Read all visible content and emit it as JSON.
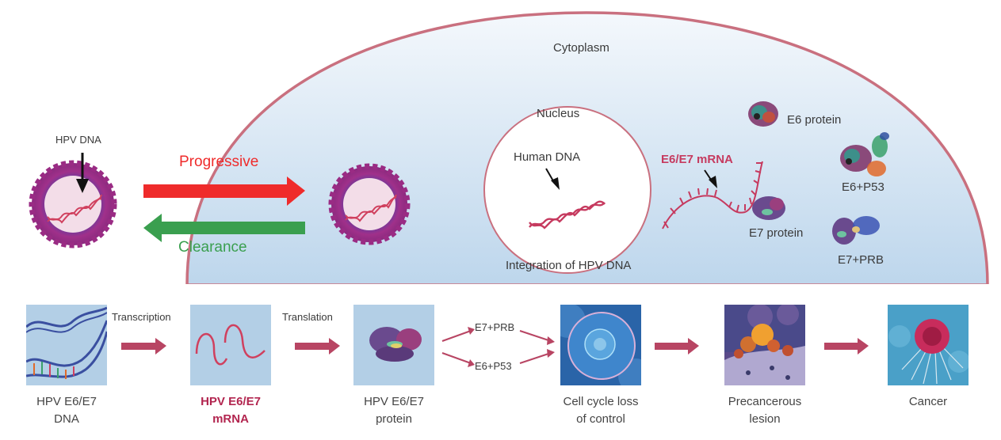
{
  "colors": {
    "membrane": "#c9707f",
    "cytoplasm_top": "#f3f8fc",
    "cytoplasm_bottom": "#bcd6ec",
    "progressive": "#ef2b2b",
    "clearance": "#3a9f4f",
    "mrna": "#c63a5f",
    "flow_arrow": "#b84563",
    "tile_bg": "#b3cfe6"
  },
  "top": {
    "cytoplasm_label": "Cytoplasm",
    "nucleus_label": "Nucleus",
    "human_dna_label": "Human DNA",
    "integration_label": "Integration of HPV DNA",
    "hpv_dna_label": "HPV DNA",
    "progressive_label": "Progressive",
    "clearance_label": "Clearance",
    "mrna_label": "E6/E7 mRNA",
    "proteins": {
      "e6": "E6 protein",
      "e6_p53": "E6+P53",
      "e7": "E7 protein",
      "e7_prb": "E7+PRB"
    }
  },
  "flow": {
    "steps": [
      {
        "caption_line1": "HPV E6/E7",
        "caption_line2": "DNA"
      },
      {
        "caption_line1": "HPV E6/E7",
        "caption_line2": "mRNA"
      },
      {
        "caption_line1": "HPV E6/E7",
        "caption_line2": "protein"
      },
      {
        "caption_line1": "Cell cycle loss",
        "caption_line2": "of control"
      },
      {
        "caption_line1": "Precancerous",
        "caption_line2": "lesion"
      },
      {
        "caption_line1": "Cancer",
        "caption_line2": ""
      }
    ],
    "transcription_label": "Transcription",
    "translation_label": "Translation",
    "branch_top_label": "E7+PRB",
    "branch_bottom_label": "E6+P53"
  }
}
